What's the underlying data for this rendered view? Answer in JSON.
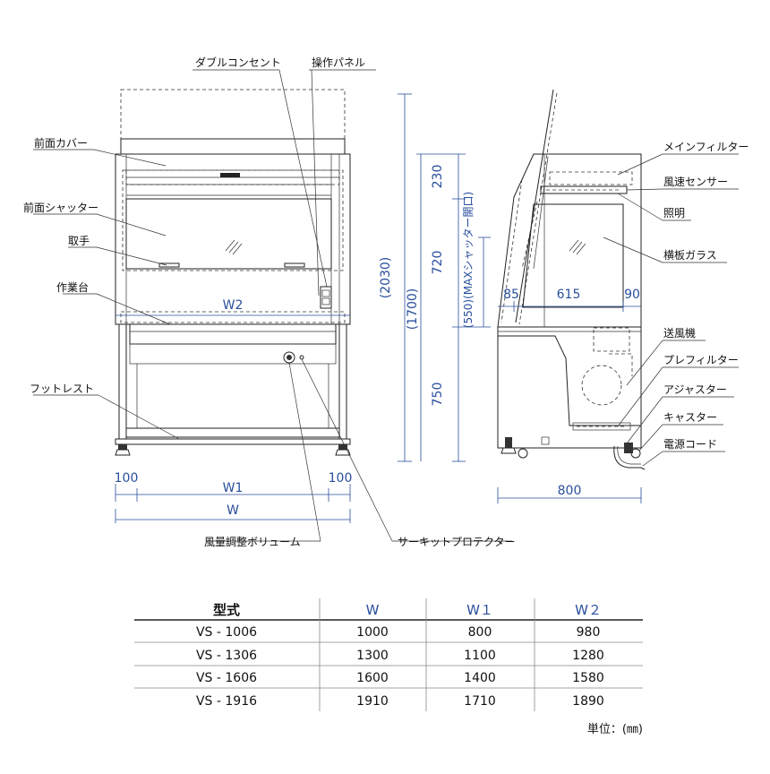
{
  "labels": {
    "double_outlet": "ダブルコンセント",
    "control_panel": "操作パネル",
    "front_cover": "前面カバー",
    "front_shutter": "前面シャッター",
    "handle": "取手",
    "work_table": "作業台",
    "foot_rest": "フットレスト",
    "air_volume_knob": "風量調整ボリューム",
    "circuit_protector": "サーキットプロテクター",
    "main_filter": "メインフィルター",
    "air_speed_sensor": "風速センサー",
    "lighting": "照明",
    "side_glass": "横板ガラス",
    "blower": "送風機",
    "pre_filter": "プレフィルター",
    "adjuster": "アジャスター",
    "caster": "キャスター",
    "power_cord": "電源コード"
  },
  "front_dims": {
    "w2": "W2",
    "left_margin": "100",
    "w1": "W1",
    "right_margin": "100",
    "w": "W"
  },
  "side_dims": {
    "total_height": "(2030)",
    "body_height": "(1700)",
    "h_top": "230",
    "h_mid": "720",
    "h_bottom": "750",
    "shutter_open": "(550)(MAXシャッター開口)",
    "d_front": "85",
    "d_mid": "615",
    "d_back": "90",
    "depth": "800"
  },
  "table": {
    "headers": [
      "型式",
      "W",
      "W１",
      "W２"
    ],
    "rows": [
      [
        "VS - 1006",
        "1000",
        "800",
        "980"
      ],
      [
        "VS - 1306",
        "1300",
        "1100",
        "1280"
      ],
      [
        "VS - 1606",
        "1600",
        "1400",
        "1580"
      ],
      [
        "VS - 1916",
        "1910",
        "1710",
        "1890"
      ]
    ],
    "unit": "単位：(㎜)"
  }
}
